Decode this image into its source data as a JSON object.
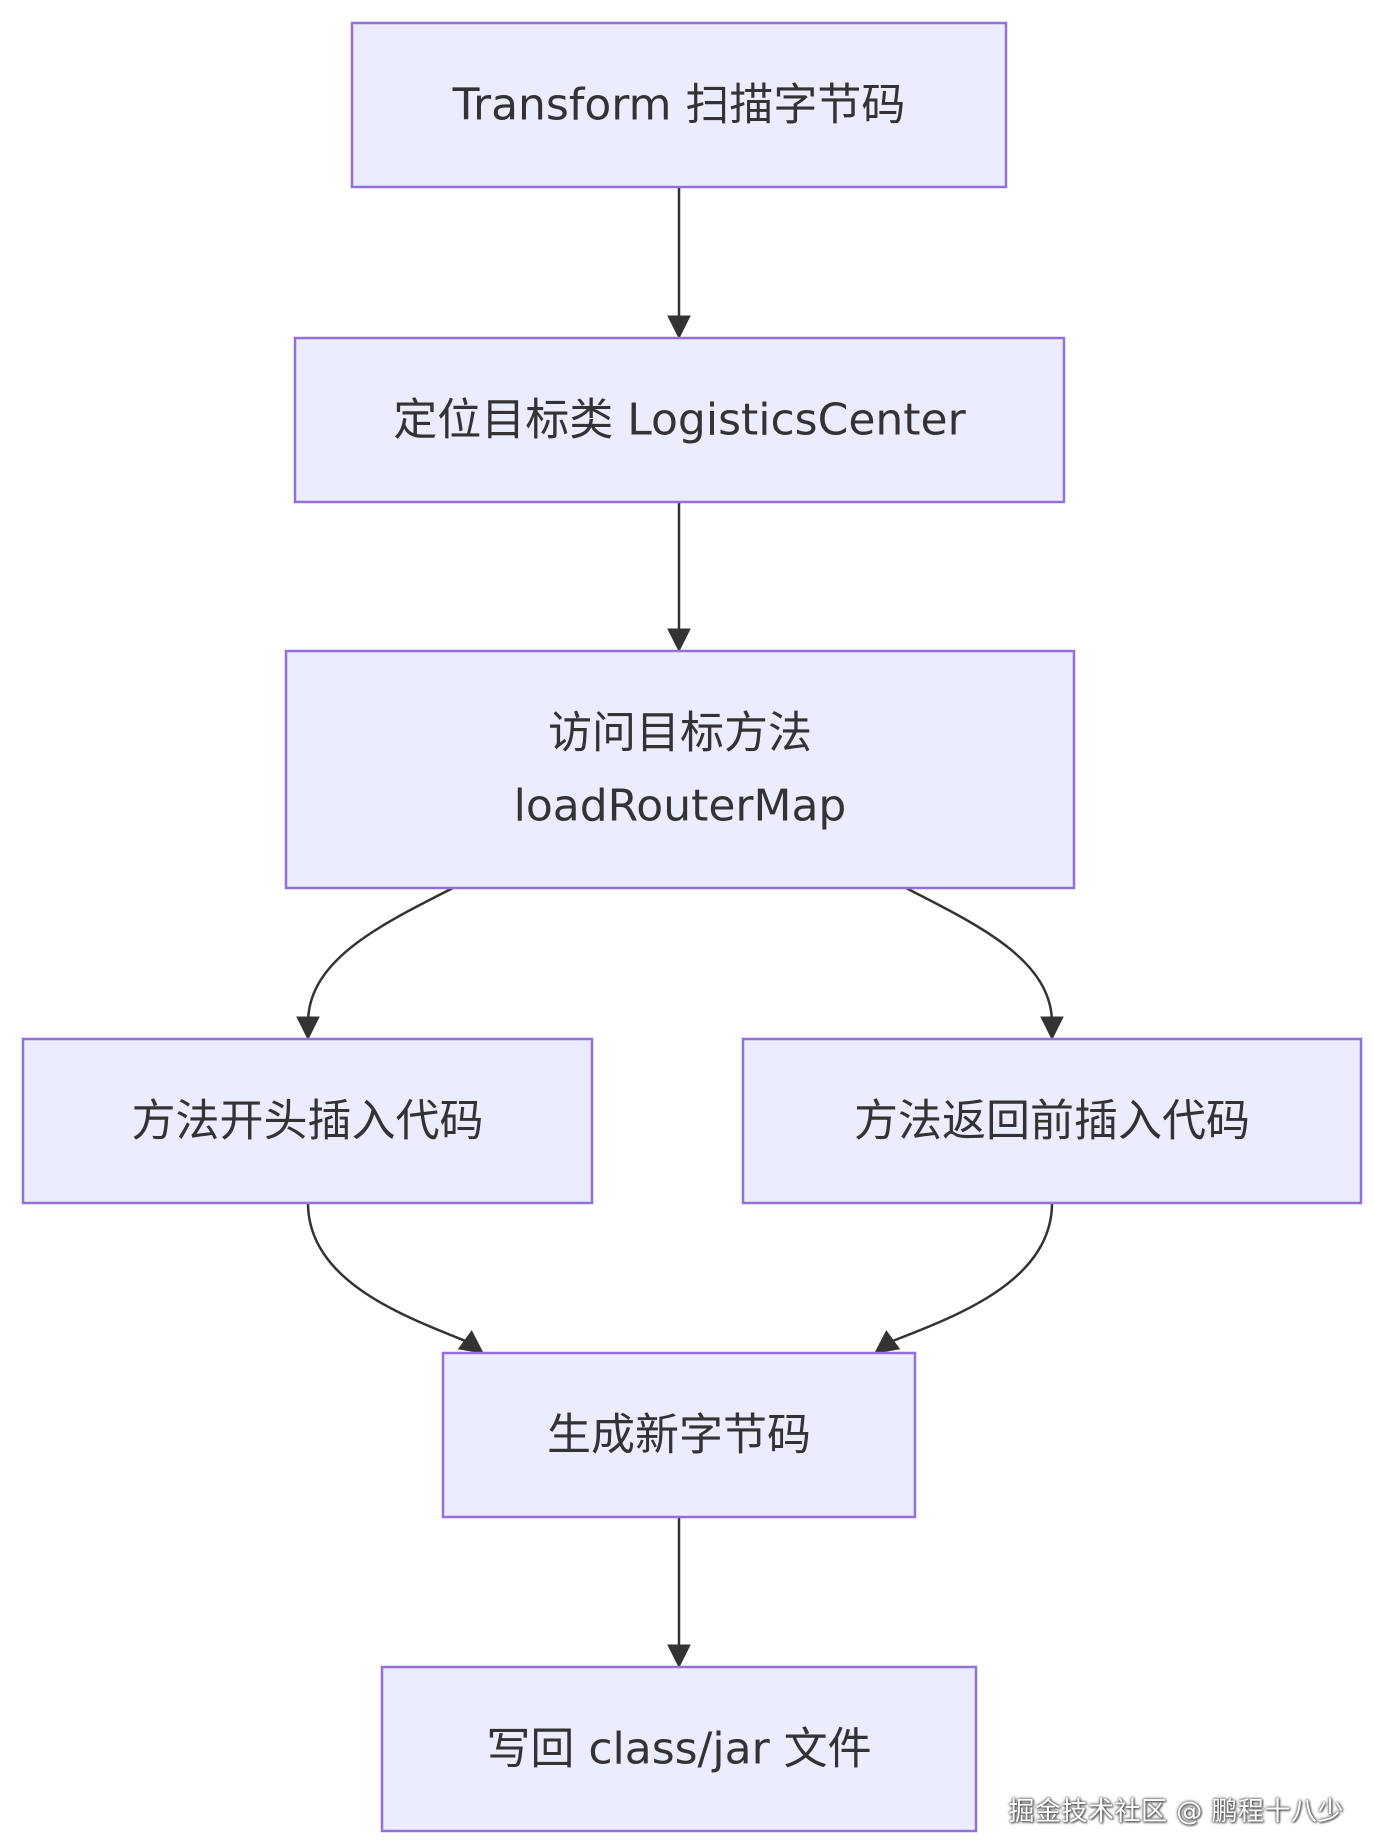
{
  "diagram": {
    "nodes": [
      {
        "id": "transform-scan",
        "lines": [
          "Transform 扫描字节码"
        ]
      },
      {
        "id": "locate-class",
        "lines": [
          "定位目标类 LogisticsCenter"
        ]
      },
      {
        "id": "visit-method",
        "lines": [
          "访问目标方法",
          "loadRouterMap"
        ]
      },
      {
        "id": "insert-start",
        "lines": [
          "方法开头插入代码"
        ]
      },
      {
        "id": "insert-return",
        "lines": [
          "方法返回前插入代码"
        ]
      },
      {
        "id": "generate-bytecode",
        "lines": [
          "生成新字节码"
        ]
      },
      {
        "id": "write-back",
        "lines": [
          "写回 class/jar 文件"
        ]
      }
    ],
    "edges": [
      {
        "from": "transform-scan",
        "to": "locate-class"
      },
      {
        "from": "locate-class",
        "to": "visit-method"
      },
      {
        "from": "visit-method",
        "to": "insert-start"
      },
      {
        "from": "visit-method",
        "to": "insert-return"
      },
      {
        "from": "insert-start",
        "to": "generate-bytecode"
      },
      {
        "from": "insert-return",
        "to": "generate-bytecode"
      },
      {
        "from": "generate-bytecode",
        "to": "write-back"
      }
    ],
    "colors": {
      "node_fill": "#ECECFF",
      "node_stroke": "#9370DB",
      "edge": "#333333",
      "text": "#333333"
    }
  },
  "watermark": "掘金技术社区 @ 鹏程十八少"
}
